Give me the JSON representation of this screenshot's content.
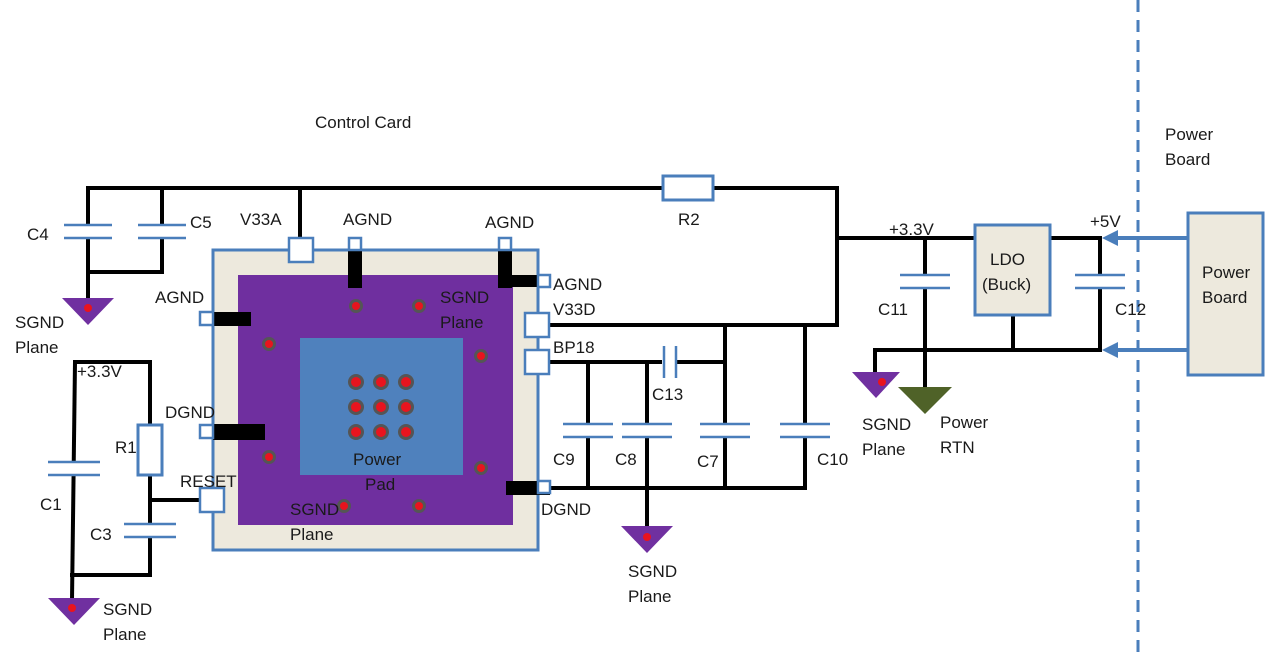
{
  "diagram": {
    "control_card_label": "Control Card",
    "power_board_region_label": [
      "Power",
      "Board"
    ],
    "power_board_box_label": [
      "Power",
      "Board"
    ],
    "ldo_label": [
      "LDO",
      "(Buck)"
    ],
    "power_pad_label": [
      "Power",
      "Pad"
    ],
    "pins": {
      "v33a": "V33A",
      "agnd_top_left": "AGND",
      "agnd_top_right": "AGND",
      "agnd_right": "AGND",
      "agnd_left": "AGND",
      "v33d": "V33D",
      "bp18": "BP18",
      "dgnd_left": "DGND",
      "reset": "RESET",
      "dgnd_right": "DGND"
    },
    "components": {
      "c1": "C1",
      "c3": "C3",
      "c4": "C4",
      "c5": "C5",
      "c7": "C7",
      "c8": "C8",
      "c9": "C9",
      "c10": "C10",
      "c11": "C11",
      "c12": "C12",
      "c13": "C13",
      "r1": "R1",
      "r2": "R2"
    },
    "rails": {
      "v3p3_left": "+3.3V",
      "v3p3_ldo": "+3.3V",
      "v5": "+5V"
    },
    "grounds": {
      "sgnd_plane_topleft": [
        "SGND",
        "Plane"
      ],
      "sgnd_plane_bottomleft": [
        "SGND",
        "Plane"
      ],
      "sgnd_plane_bottom_mid": [
        "SGND",
        "Plane"
      ],
      "sgnd_plane_ldo": [
        "SGND",
        "Plane"
      ],
      "power_rtn": [
        "Power",
        "RTN"
      ],
      "sgnd_plane_chip_top": [
        "SGND",
        "Plane"
      ],
      "sgnd_plane_chip_bottom": [
        "SGND",
        "Plane"
      ]
    },
    "colors": {
      "chip_body": "#6f2f9f",
      "chip_frame": "#ede9dd",
      "power_pad": "#4f81bd",
      "outline_blue": "#4a7ebb",
      "via_red": "#e8141e",
      "sgnd_purple": "#7030a0",
      "power_rtn_green": "#4f6228"
    }
  }
}
